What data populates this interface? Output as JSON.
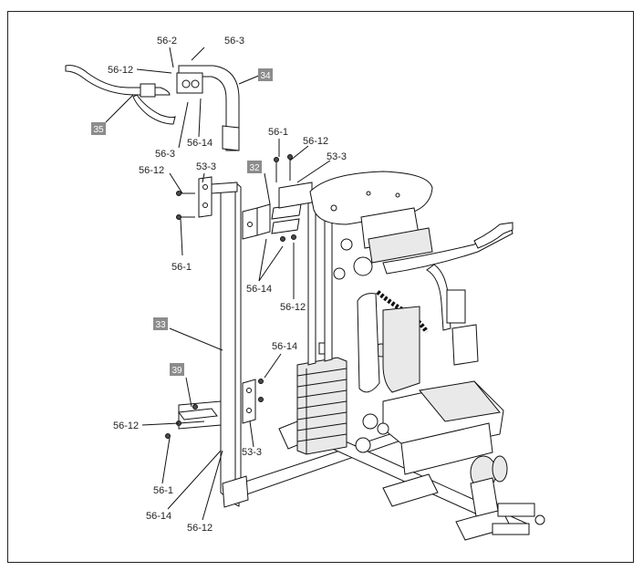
{
  "callouts": {
    "c56_2": "56-2",
    "c56_3_top": "56-3",
    "c56_12_top": "56-12",
    "c56_3_mid": "56-3",
    "c56_14_top": "56-14",
    "c56_12_left": "56-12",
    "c53_3_left": "53-3",
    "c56_1_left": "56-1",
    "c56_1_center": "56-1",
    "c56_12_center": "56-12",
    "c53_3_center": "53-3",
    "c56_14_center": "56-14",
    "c56_12_center_low": "56-12",
    "c56_14_right": "56-14",
    "c53_3_low": "53-3",
    "c56_12_low_left": "56-12",
    "c56_1_low": "56-1",
    "c56_14_low": "56-14",
    "c56_12_bottom": "56-12"
  },
  "part_refs": {
    "p34": "34",
    "p35": "35",
    "p32": "32",
    "p33": "33",
    "p39": "39"
  },
  "colors": {
    "ref_tag": "#8c8c8c",
    "line": "#111111",
    "frame": "#222222"
  }
}
